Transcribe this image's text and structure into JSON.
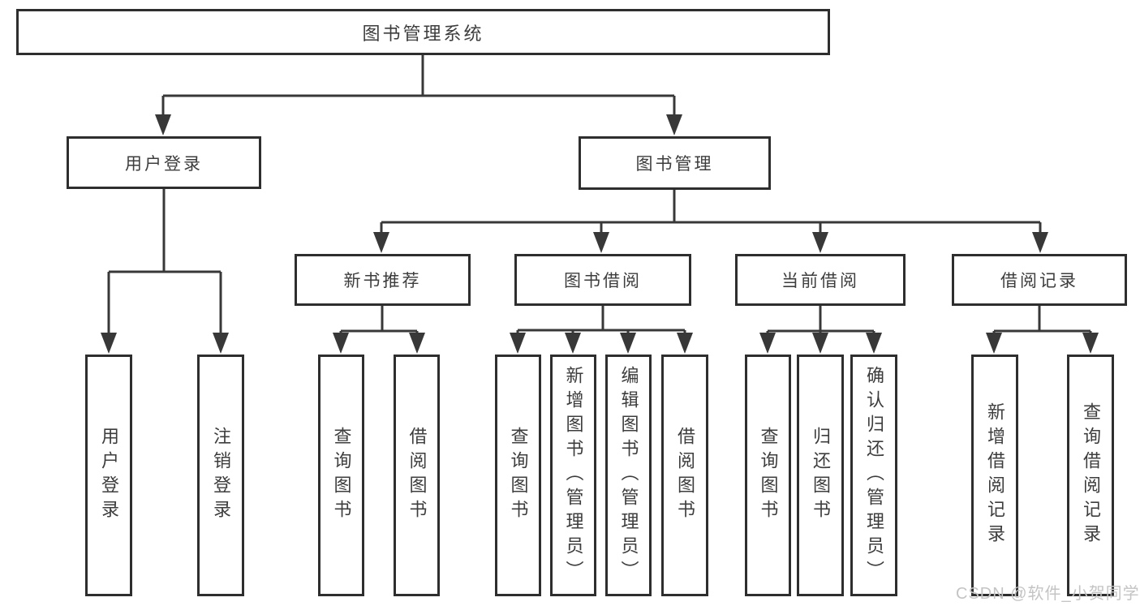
{
  "tree": {
    "root": {
      "label": "图书管理系统"
    },
    "branches": [
      {
        "label": "用户登录",
        "children": [
          "用户登录",
          "注销登录"
        ]
      },
      {
        "label": "图书管理",
        "modules": [
          {
            "label": "新书推荐",
            "children": [
              "查询图书",
              "借阅图书"
            ]
          },
          {
            "label": "图书借阅",
            "children": [
              "查询图书",
              "新增图书（管理员）",
              "编辑图书（管理员）",
              "借阅图书"
            ]
          },
          {
            "label": "当前借阅",
            "children": [
              "查询图书",
              "归还图书",
              "确认归还（管理员）"
            ]
          },
          {
            "label": "借阅记录",
            "children": [
              "新增借阅记录",
              "查询借阅记录"
            ]
          }
        ]
      }
    ]
  },
  "watermark": "CSDN @软件_小贺同学",
  "colors": {
    "background": "#ffffff",
    "box_border": "#2e2e2e",
    "connector_line": "#383838",
    "text": "#3d3d3d",
    "watermark_text": "#c4c4c4"
  }
}
